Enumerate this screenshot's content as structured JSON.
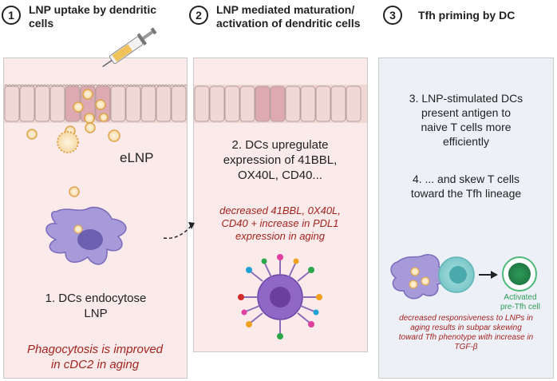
{
  "steps": [
    {
      "number": "1",
      "title_line1": "LNP uptake by dendritic",
      "title_line2": "cells"
    },
    {
      "number": "2",
      "title_line1": "LNP mediated maturation/",
      "title_line2": "activation of dendritic cells"
    },
    {
      "number": "3",
      "title_line1": "Tfh priming by DC",
      "title_line2": ""
    }
  ],
  "panel1": {
    "elnp_label": "eLNP",
    "caption_line1": "1. DCs endocytose",
    "caption_line2": "LNP",
    "aging_line1": "Phagocytosis is improved",
    "aging_line2": "in cDC2 in aging"
  },
  "panel2": {
    "caption_line1": "2. DCs upregulate",
    "caption_line2": "expression of 41BBL,",
    "caption_line3": "OX40L, CD40...",
    "aging_line1": "decreased 41BBL, 0X40L,",
    "aging_line2": "CD40  + increase in PDL1",
    "aging_line3": "expression in aging"
  },
  "panel3": {
    "text3_line1": "3. LNP-stimulated DCs",
    "text3_line2": "present antigen to",
    "text3_line3": "naive T cells more",
    "text3_line4": "efficiently",
    "text4_line1": "4. ... and skew T cells",
    "text4_line2": "toward the Tfh lineage",
    "activated_line1": "Activated",
    "activated_line2": "pre-Tfh cell",
    "aging_line1": "decreased responsiveness to LNPs in",
    "aging_line2": "aging results in subpar skewing",
    "aging_line3": "toward Tfh phenotype with increase in",
    "aging_line4": "TGF-β"
  },
  "colors": {
    "panel_pink": "#fbeaea",
    "panel_blue": "#eef0f8",
    "aging_red": "#a3241f",
    "dc_purple": "#a79ad8",
    "tcell_green": "#4db877",
    "lnp_orange": "#e8a43c"
  }
}
